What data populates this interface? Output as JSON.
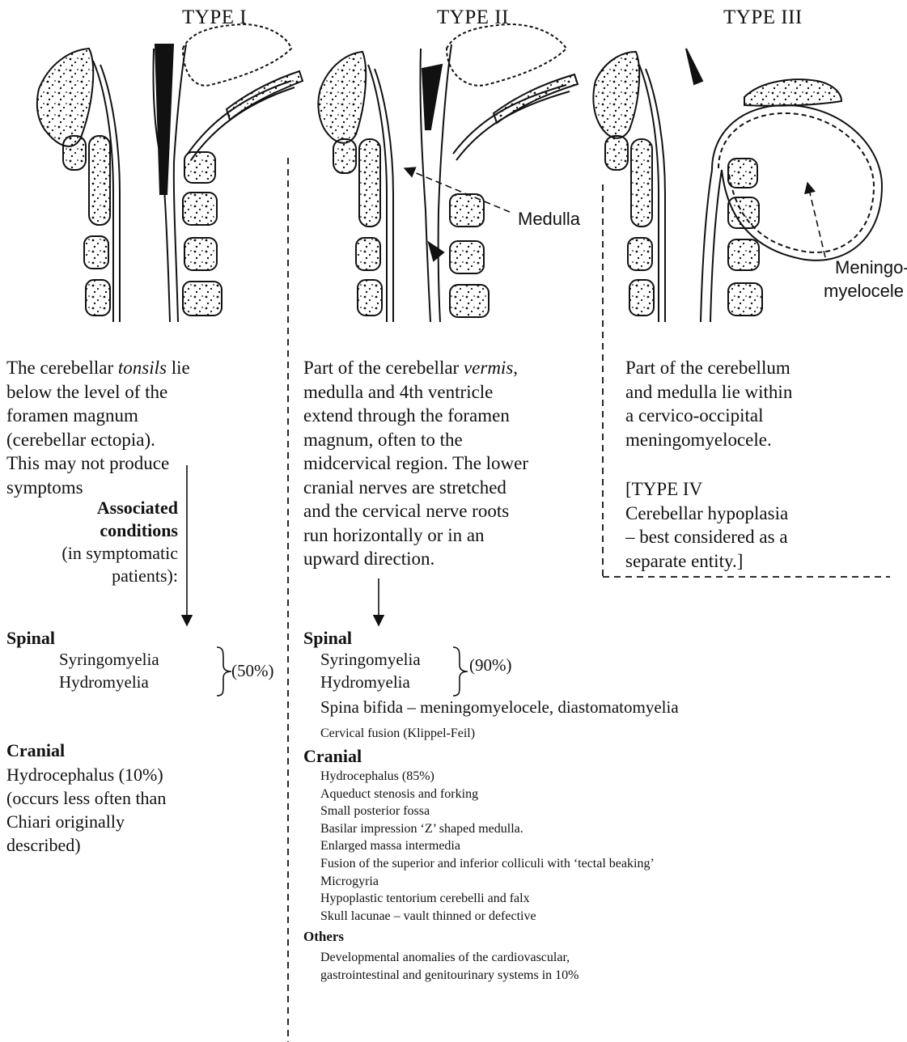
{
  "types": [
    {
      "title": "TYPE I"
    },
    {
      "title": "TYPE II"
    },
    {
      "title": "TYPE III"
    }
  ],
  "labels": {
    "medulla": "Medulla",
    "meningo_line1": "Meningo-",
    "meningo_line2": "myelocele"
  },
  "descriptions": {
    "type1": [
      "The cerebellar ",
      "tonsils",
      " lie\nbelow the level of the\nforamen magnum\n(cerebellar ectopia).\nThis may not produce\nsymptoms"
    ],
    "type2": [
      "Part of the cerebellar ",
      "vermis",
      ",\nmedulla and 4th ventricle\nextend through the foramen\nmagnum, often to the\nmidcervical region. The lower\ncranial nerves are stretched\nand the cervical nerve roots\nrun horizontally or in an\nupward direction."
    ],
    "type3": "Part of the cerebellum\nand medulla lie within\na cervico-occipital\nmeningomyelocele.",
    "type4": "[TYPE IV\nCerebellar hypoplasia\n– best considered as a\nseparate entity.]"
  },
  "associated": {
    "line1": "Associated",
    "line2": "conditions",
    "line3": "(in symptomatic",
    "line4": "patients):"
  },
  "type1_conditions": {
    "spinal_heading": "Spinal",
    "spinal_items": [
      "Syringomyelia",
      "Hydromyelia"
    ],
    "spinal_pct": "(50%)",
    "cranial_heading": "Cranial",
    "cranial_text": "Hydrocephalus (10%)\n(occurs less often than\nChiari originally\ndescribed)"
  },
  "type2_conditions": {
    "spinal_heading": "Spinal",
    "spinal_items": [
      "Syringomyelia",
      "Hydromyelia"
    ],
    "spinal_pct": "(90%)",
    "spina_bifida": "Spina bifida – meningomyelocele, diastomatomyelia",
    "cervical_fusion": "Cervical fusion (Klippel-Feil)",
    "cranial_heading": "Cranial",
    "cranial_items": [
      "Hydrocephalus (85%)",
      "Aqueduct stenosis and forking",
      "Small posterior fossa",
      "Basilar impression ‘Z’ shaped medulla.",
      "Enlarged massa intermedia",
      "Fusion of the superior and inferior colliculi with ‘tectal beaking’",
      "Microgyria",
      "Hypoplastic tentorium cerebelli and falx",
      "Skull lacunae – vault thinned or defective"
    ],
    "others_heading": "Others",
    "others_items": [
      "Developmental anomalies of the cardiovascular,",
      "gastrointestinal and genitourinary systems in 10%"
    ]
  }
}
